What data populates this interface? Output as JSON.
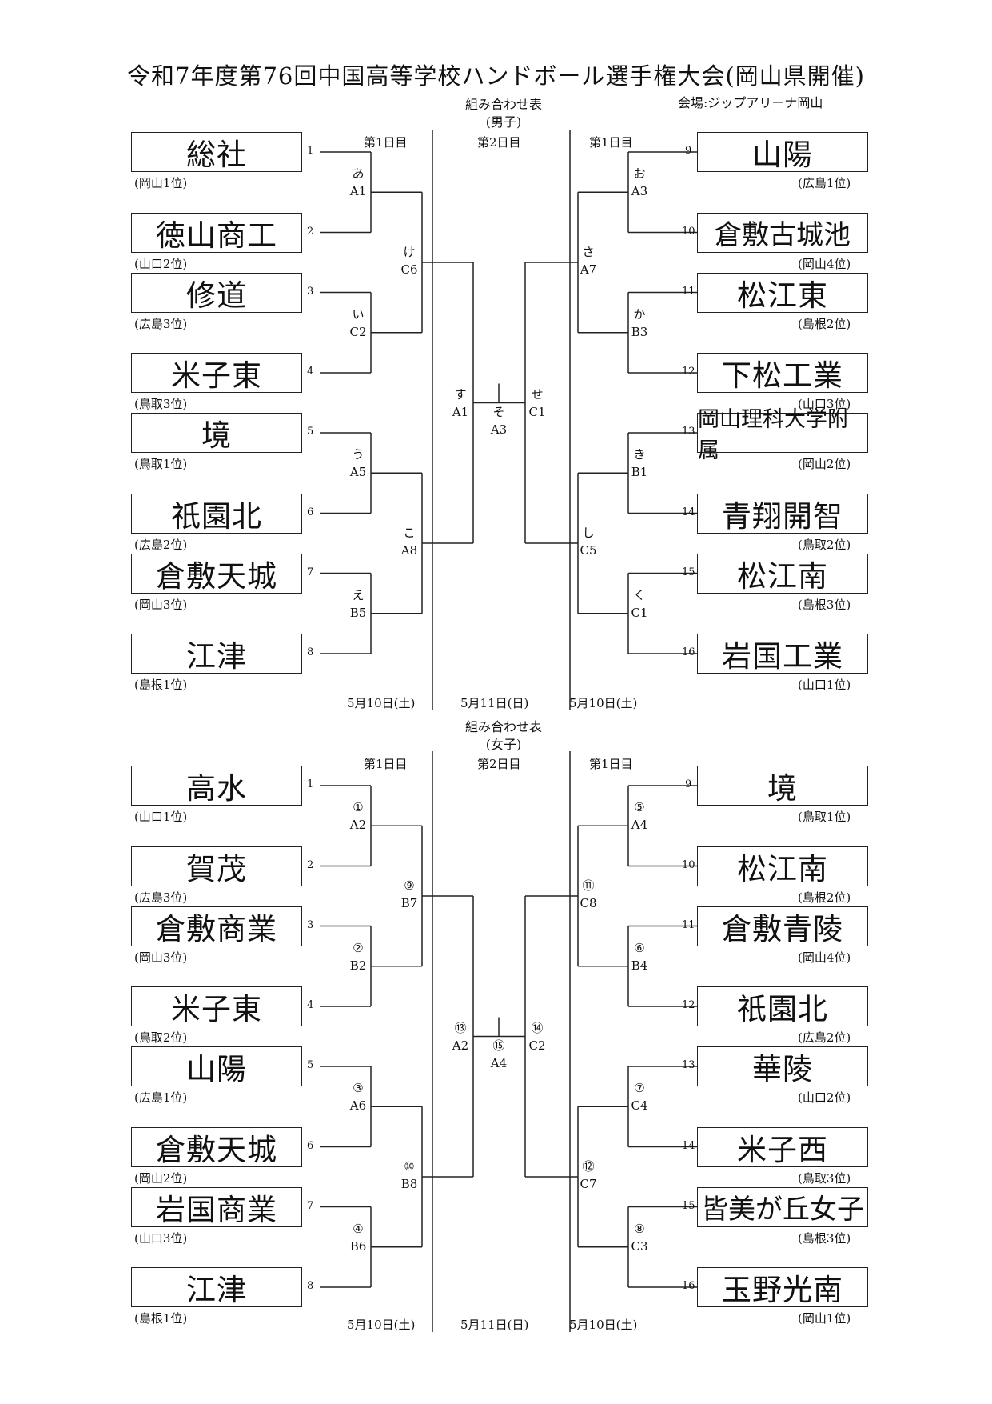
{
  "title": "令和7年度第76回中国高等学校ハンドボール選手権大会(岡山県開催)",
  "venue": "会場:ジップアリーナ岡山",
  "day_headers": {
    "day1": "第1日目",
    "day2": "第2日目"
  },
  "dates": {
    "day1": "5月10日(土)",
    "day2": "5月11日(日)"
  },
  "sections": [
    {
      "subtitle": [
        "組み合わせ表",
        "(男子)"
      ],
      "teams": [
        {
          "num": "1",
          "name": "総社",
          "rank": "(岡山1位)"
        },
        {
          "num": "2",
          "name": "徳山商工",
          "rank": "(山口2位)"
        },
        {
          "num": "3",
          "name": "修道",
          "rank": "(広島3位)"
        },
        {
          "num": "4",
          "name": "米子東",
          "rank": "(鳥取3位)"
        },
        {
          "num": "5",
          "name": "境",
          "rank": "(鳥取1位)"
        },
        {
          "num": "6",
          "name": "祇園北",
          "rank": "(広島2位)"
        },
        {
          "num": "7",
          "name": "倉敷天城",
          "rank": "(岡山3位)"
        },
        {
          "num": "8",
          "name": "江津",
          "rank": "(島根1位)"
        },
        {
          "num": "9",
          "name": "山陽",
          "rank": "(広島1位)"
        },
        {
          "num": "10",
          "name": "倉敷古城池",
          "rank": "(岡山4位)"
        },
        {
          "num": "11",
          "name": "松江東",
          "rank": "(島根2位)"
        },
        {
          "num": "12",
          "name": "下松工業",
          "rank": "(山口3位)"
        },
        {
          "num": "13",
          "name": "岡山理科大学附属",
          "rank": "(岡山2位)"
        },
        {
          "num": "14",
          "name": "青翔開智",
          "rank": "(鳥取2位)"
        },
        {
          "num": "15",
          "name": "松江南",
          "rank": "(島根3位)"
        },
        {
          "num": "16",
          "name": "岩国工業",
          "rank": "(山口1位)"
        }
      ],
      "r1": [
        {
          "id": "あ",
          "court": "A1"
        },
        {
          "id": "い",
          "court": "C2"
        },
        {
          "id": "う",
          "court": "A5"
        },
        {
          "id": "え",
          "court": "B5"
        },
        {
          "id": "お",
          "court": "A3"
        },
        {
          "id": "か",
          "court": "B3"
        },
        {
          "id": "き",
          "court": "B1"
        },
        {
          "id": "く",
          "court": "C1"
        }
      ],
      "r2": [
        {
          "id": "け",
          "court": "C6"
        },
        {
          "id": "こ",
          "court": "A8"
        },
        {
          "id": "さ",
          "court": "A7"
        },
        {
          "id": "し",
          "court": "C5"
        }
      ],
      "semi": [
        {
          "id": "す",
          "court": "A1"
        },
        {
          "id": "せ",
          "court": "C1"
        }
      ],
      "final": {
        "id": "そ",
        "court": "A3"
      }
    },
    {
      "subtitle": [
        "組み合わせ表",
        "(女子)"
      ],
      "teams": [
        {
          "num": "1",
          "name": "高水",
          "rank": "(山口1位)"
        },
        {
          "num": "2",
          "name": "賀茂",
          "rank": "(広島3位)"
        },
        {
          "num": "3",
          "name": "倉敷商業",
          "rank": "(岡山3位)"
        },
        {
          "num": "4",
          "name": "米子東",
          "rank": "(鳥取2位)"
        },
        {
          "num": "5",
          "name": "山陽",
          "rank": "(広島1位)"
        },
        {
          "num": "6",
          "name": "倉敷天城",
          "rank": "(岡山2位)"
        },
        {
          "num": "7",
          "name": "岩国商業",
          "rank": "(山口3位)"
        },
        {
          "num": "8",
          "name": "江津",
          "rank": "(島根1位)"
        },
        {
          "num": "9",
          "name": "境",
          "rank": "(鳥取1位)"
        },
        {
          "num": "10",
          "name": "松江南",
          "rank": "(島根2位)"
        },
        {
          "num": "11",
          "name": "倉敷青陵",
          "rank": "(岡山4位)"
        },
        {
          "num": "12",
          "name": "祇園北",
          "rank": "(広島2位)"
        },
        {
          "num": "13",
          "name": "華陵",
          "rank": "(山口2位)"
        },
        {
          "num": "14",
          "name": "米子西",
          "rank": "(鳥取3位)"
        },
        {
          "num": "15",
          "name": "皆美が丘女子",
          "rank": "(島根3位)"
        },
        {
          "num": "16",
          "name": "玉野光南",
          "rank": "(岡山1位)"
        }
      ],
      "r1": [
        {
          "id": "①",
          "court": "A2"
        },
        {
          "id": "②",
          "court": "B2"
        },
        {
          "id": "③",
          "court": "A6"
        },
        {
          "id": "④",
          "court": "B6"
        },
        {
          "id": "⑤",
          "court": "A4"
        },
        {
          "id": "⑥",
          "court": "B4"
        },
        {
          "id": "⑦",
          "court": "C4"
        },
        {
          "id": "⑧",
          "court": "C3"
        }
      ],
      "r2": [
        {
          "id": "⑨",
          "court": "B7"
        },
        {
          "id": "⑩",
          "court": "B8"
        },
        {
          "id": "⑪",
          "court": "C8"
        },
        {
          "id": "⑫",
          "court": "C7"
        }
      ],
      "semi": [
        {
          "id": "⑬",
          "court": "A2"
        },
        {
          "id": "⑭",
          "court": "C2"
        }
      ],
      "final": {
        "id": "⑮",
        "court": "A4"
      }
    }
  ]
}
